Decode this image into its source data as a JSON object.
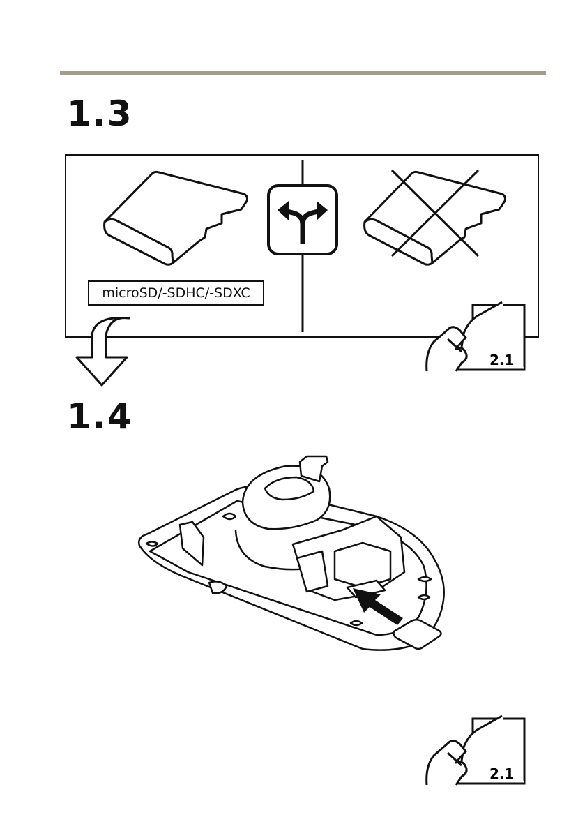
{
  "step_1_3": {
    "number": "1.3"
  },
  "card_spec": {
    "label": "microSD/-SDHC/-SDXC"
  },
  "step_1_4": {
    "number": "1.4"
  },
  "refs": [
    {
      "label": "2.1"
    },
    {
      "label": "2.1"
    }
  ],
  "icons": {
    "choice": "split-arrow-icon",
    "continue": "down-arrow-icon",
    "reference": "page-turn-icon"
  },
  "colors": {
    "rule": "#a89a8c",
    "ink": "#111111"
  }
}
